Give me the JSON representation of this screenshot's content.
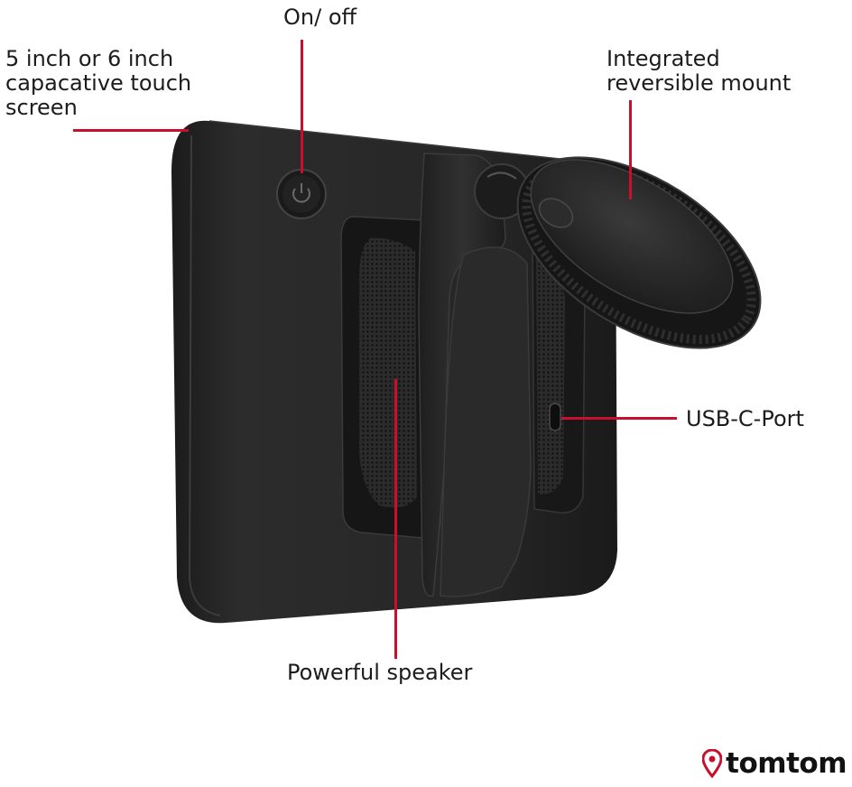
{
  "callouts": {
    "on_off": "On/ off",
    "screen": "5 inch or 6 inch\ncapacative touch\nscreen",
    "mount": "Integrated\nreversible mount",
    "usb": "USB-C-Port",
    "speaker": "Powerful speaker"
  },
  "brand": {
    "name": "tomtom",
    "pin_color": "#c8102e"
  },
  "colors": {
    "leader_line": "#c8102e",
    "device_body": "#242424"
  }
}
